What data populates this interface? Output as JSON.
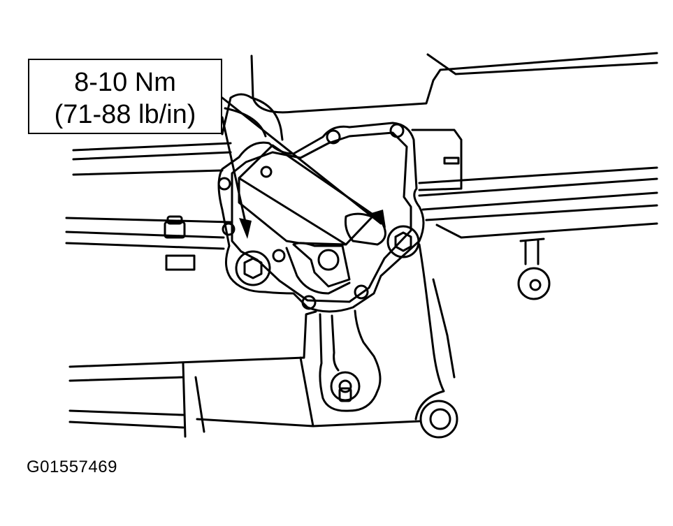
{
  "callout": {
    "torque_nm": "8-10 Nm",
    "torque_lbin": "(71-88 lb/in)"
  },
  "figure_id": "G01557469",
  "colors": {
    "ink": "#000000",
    "paper": "#ffffff"
  }
}
